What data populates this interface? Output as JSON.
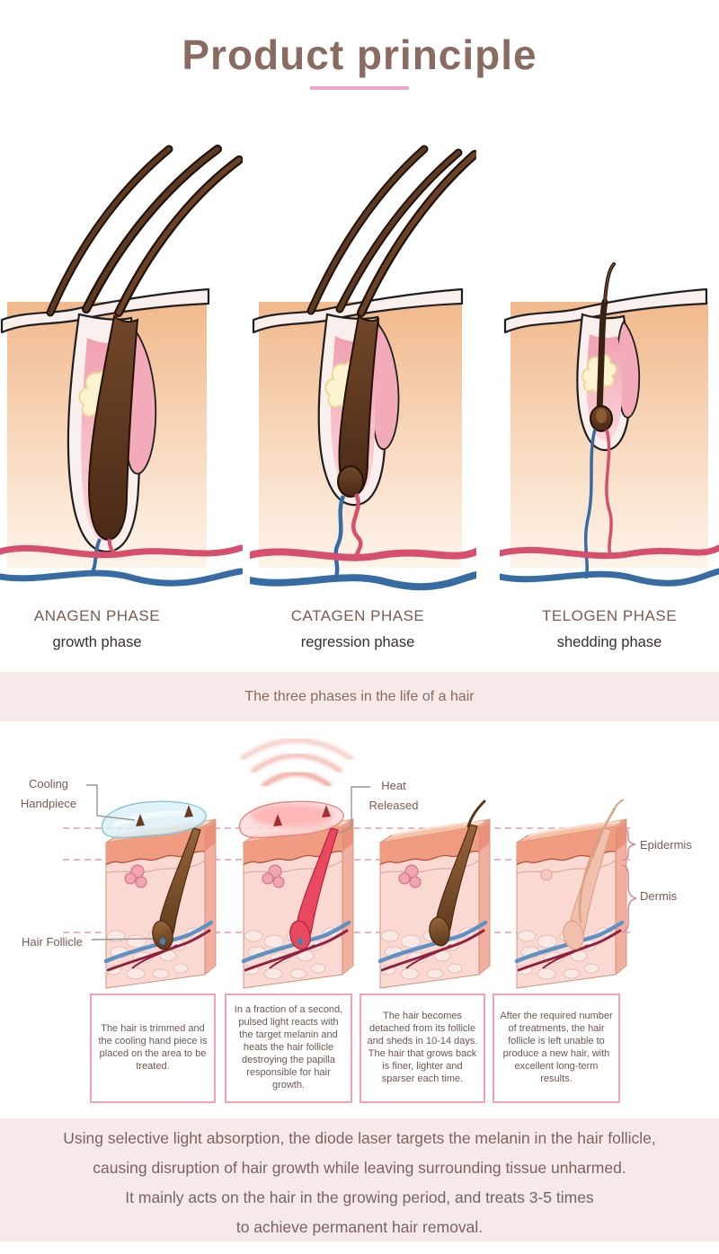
{
  "header": {
    "title": "Product principle"
  },
  "phases": [
    {
      "name": "ANAGEN PHASE",
      "subtitle": "growth phase"
    },
    {
      "name": "CATAGEN PHASE",
      "subtitle": "regression phase"
    },
    {
      "name": "TELOGEN PHASE",
      "subtitle": "shedding phase"
    }
  ],
  "band": {
    "text": "The three phases in the life of a hair"
  },
  "process": {
    "labels": {
      "cooling_line1": "Cooling",
      "cooling_line2": "Handpiece",
      "heat_line1": "Heat",
      "heat_line2": "Released",
      "epidermis": "Epidermis",
      "dermis": "Dermis",
      "hair_follicle": "Hair Follicle"
    },
    "steps": [
      "The hair is trimmed and the cooling hand piece is placed on the area to be treated.",
      "In a fraction of a second, pulsed light reacts with the target melanin and heats the hair follicle destroying the papilla responsible for hair growth.",
      "The hair becomes detached from its follicle and sheds in 10-14 days. The hair that grows back is finer, lighter and sparser each time.",
      "After the required number of treatments, the hair follicle is left unable to produce a new hair, with excellent long-term results."
    ]
  },
  "footer": {
    "lines": [
      "Using selective light absorption, the diode laser targets the melanin in the hair follicle,",
      "causing disruption of hair growth while leaving surrounding tissue unharmed.",
      "It mainly acts on the hair in the growing period, and treats 3-5 times",
      "to achieve permanent hair removal."
    ]
  },
  "colors": {
    "title_brown": "#8a6b62",
    "underline_pink": "#f0a5c8",
    "band_bg": "#f6e9e7",
    "label_brown": "#7b5a50",
    "box_border_pink": "#f3a2b2",
    "dashed_line_pink": "#ee9aa8",
    "vessel_red": "#d6506e",
    "vessel_blue": "#366ba3"
  }
}
